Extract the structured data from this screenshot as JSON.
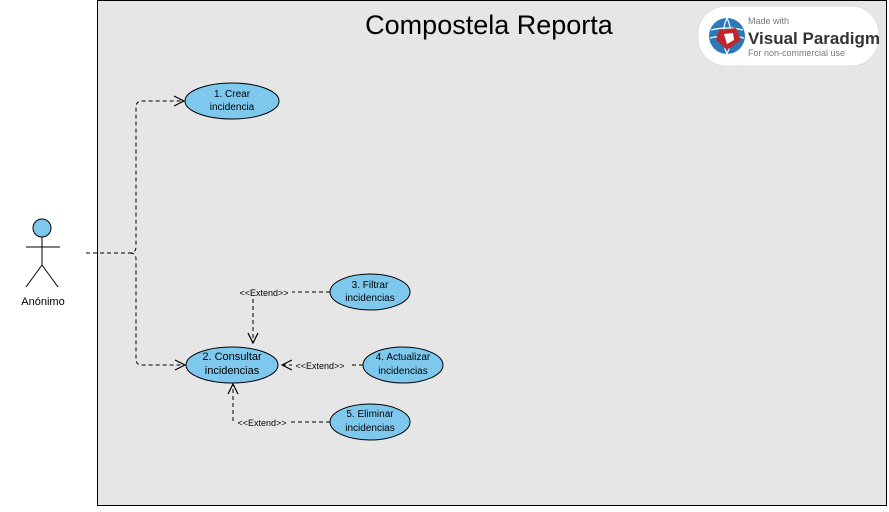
{
  "diagram": {
    "system_title": "Compostela Reporta",
    "actor": {
      "label": "Anónimo"
    },
    "use_cases": {
      "uc1": [
        "1. Crear",
        "incidencia"
      ],
      "uc2": [
        "2. Consultar",
        "incidencias"
      ],
      "uc3": [
        "3. Filtrar",
        "incidencias"
      ],
      "uc4": [
        "4. Actualizar",
        "incidencias"
      ],
      "uc5": [
        "5. Eliminar",
        "incidencias"
      ]
    },
    "extend_labels": {
      "filtrar": "<<Extend>>",
      "actualizar": "<<Extend>>",
      "eliminar": "<<Extend>>"
    }
  },
  "watermark": {
    "made_with": "Made with",
    "brand": "Visual Paradigm",
    "note": "For non-commercial use"
  },
  "colors": {
    "system_fill": "#e6e6e6",
    "use_case_fill": "#7ec8ee",
    "stroke": "#000000",
    "actor_head": "#7ec8ee",
    "logo_red": "#c0272d",
    "logo_blue": "#2b79b9"
  }
}
